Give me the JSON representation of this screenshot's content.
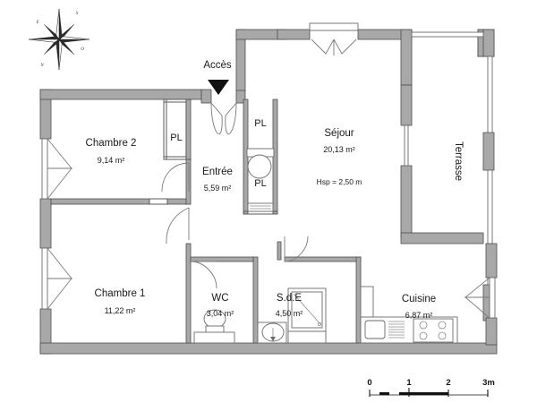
{
  "document": {
    "type": "floor-plan",
    "language": "fr",
    "background_color": "#ffffff",
    "wall_fill": "#a8a8a8",
    "wall_stroke": "#4d4d4d",
    "text_color": "#1a1a1a"
  },
  "compass": {
    "name": "compass-rose",
    "labels": {
      "north": "N",
      "south": "S",
      "east": "E",
      "west": "O"
    }
  },
  "access": {
    "label": "Accès",
    "marker": "down-triangle"
  },
  "rooms": [
    {
      "id": "chambre-2",
      "name": "Chambre 2",
      "area": "9,14 m²"
    },
    {
      "id": "chambre-1",
      "name": "Chambre 1",
      "area": "11,22 m²"
    },
    {
      "id": "entree",
      "name": "Entrée",
      "area": "5,59 m²"
    },
    {
      "id": "sejour",
      "name": "Séjour",
      "area": "20,13 m²",
      "note": "Hsp = 2,50 m"
    },
    {
      "id": "wc",
      "name": "WC",
      "area": "3,04 m²"
    },
    {
      "id": "sde",
      "name": "S.d.E",
      "area": "4,50 m²"
    },
    {
      "id": "cuisine",
      "name": "Cuisine",
      "area": "6,87 m²"
    },
    {
      "id": "terrasse",
      "name": "Terrasse",
      "area": ""
    }
  ],
  "closets": [
    {
      "id": "pl-chambre2",
      "label": "PL"
    },
    {
      "id": "pl-entree-top",
      "label": "PL"
    },
    {
      "id": "pl-entree-bottom",
      "label": "PL"
    }
  ],
  "scale": {
    "name": "scale-bar",
    "ticks": [
      "0",
      "1",
      "2",
      "3m"
    ],
    "unit": "m",
    "max": 3
  }
}
